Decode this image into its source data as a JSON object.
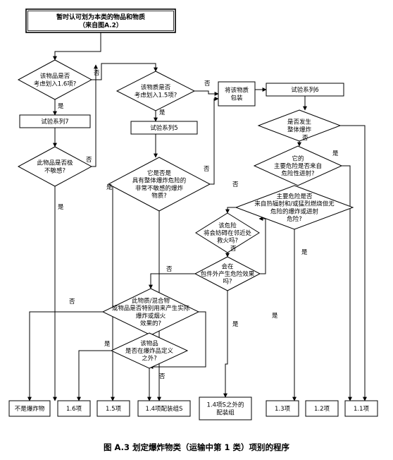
{
  "nodes": {
    "start": [
      "暂时认可划为本类的物品和物质",
      "（来自图A.2）"
    ],
    "q_16": [
      "该物品是否",
      "考虑划入1.6项?"
    ],
    "test7": [
      "试验系列7"
    ],
    "q_insens": [
      "此物品是否极",
      "不敏感?"
    ],
    "q_15": [
      "该物质是否",
      "考虑划入1.5项?"
    ],
    "test5": [
      "试验系列5"
    ],
    "q_very": [
      "它是否是",
      "具有整体爆炸危险的",
      "非常不敏感的爆炸",
      "物质?"
    ],
    "pack": [
      "将该物质",
      "包装"
    ],
    "test6": [
      "试验系列6"
    ],
    "q_mass": [
      "是否发生",
      "整体爆炸"
    ],
    "q_proj": [
      "它的",
      "主要危险是否来自",
      "危险性迸射?"
    ],
    "q_heat": [
      "主要危险是否",
      "来自热辐射和/或猛烈燃烧但无",
      "危险的爆炸或迸射",
      "危险?"
    ],
    "q_fire": [
      "该危险",
      "将会妨碍在邻近处",
      "救火吗?"
    ],
    "q_outside": [
      "会在",
      "包件外产生危险效果",
      "吗?"
    ],
    "q_effect": [
      "此物质/混合物",
      "或物品是否特别用来产生实际",
      "爆炸或烟火",
      "效果的?"
    ],
    "q_def": [
      "该物品",
      "是否在爆炸品定义",
      "之外?"
    ],
    "r_not": [
      "不是爆炸物"
    ],
    "r_16": [
      "1.6项"
    ],
    "r_15": [
      "1.5项"
    ],
    "r_14s": [
      "1.4项配装组S"
    ],
    "r_14o": [
      "1.4项S之外的",
      "配装组"
    ],
    "r_13": [
      "1.3项"
    ],
    "r_12": [
      "1.2项"
    ],
    "r_11": [
      "1.1项"
    ]
  },
  "labels": {
    "yes": "是",
    "no": "否"
  },
  "caption": "图 A.3   划定爆炸物类（运输中第 1 类）项别的程序"
}
